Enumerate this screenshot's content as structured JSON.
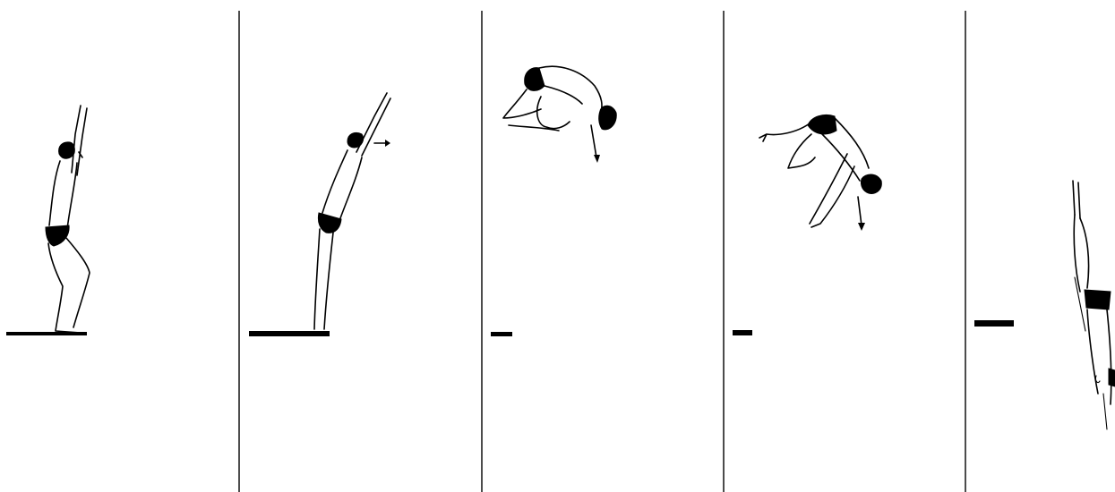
{
  "figure": {
    "panel_count": 5,
    "stroke_color": "#000000",
    "background_color": "#ffffff",
    "panels": [
      {
        "pose": "standing-arms-raised"
      },
      {
        "pose": "takeoff-lean-forward"
      },
      {
        "pose": "tuck"
      },
      {
        "pose": "opening-from-tuck"
      },
      {
        "pose": "vertical-entry"
      }
    ]
  }
}
